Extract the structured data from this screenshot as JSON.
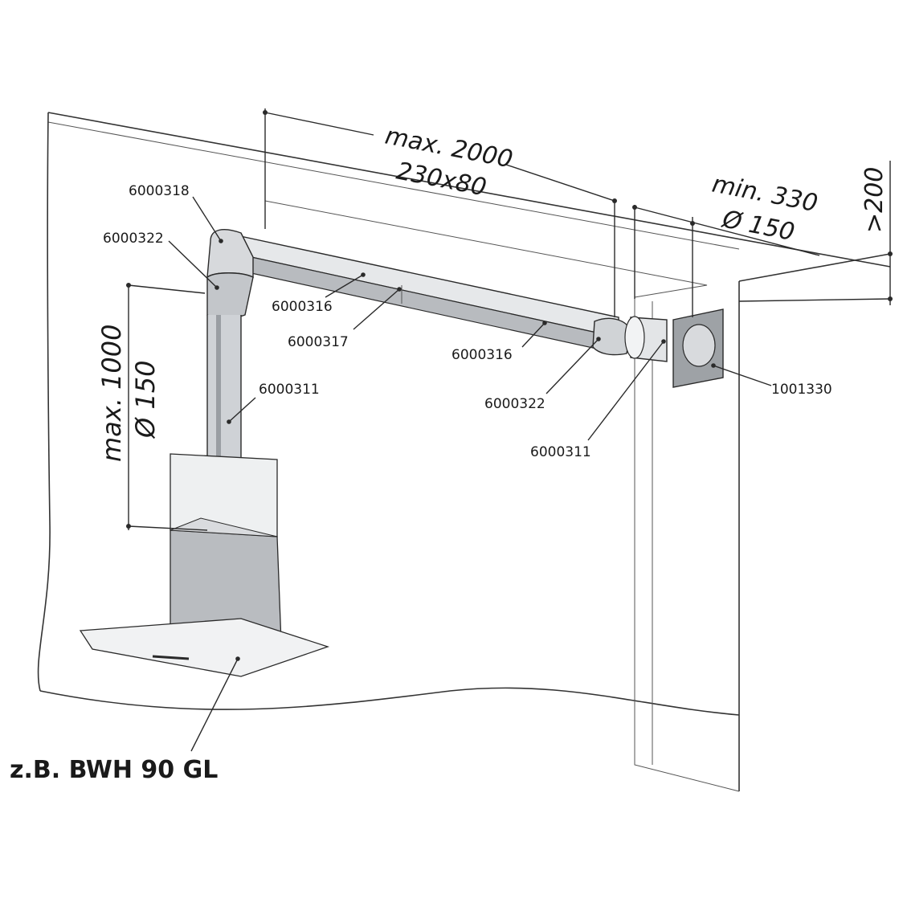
{
  "colors": {
    "line": "#2a2a2a",
    "duct_light": "#e8eaec",
    "duct_mid": "#c9ccd0",
    "duct_dark": "#8e9297",
    "hood_glass": "#eef0f1",
    "hood_body": "#b9bcc0"
  },
  "dimensions": {
    "horizontal_length": "max. 2000",
    "horizontal_section": "230x80",
    "wall_offset": "min. 330",
    "wall_diameter": "Ø 150",
    "ceiling_gap": ">200",
    "vertical_length": "max. 1000",
    "vertical_diameter": "Ø 150"
  },
  "parts": {
    "p6000318": "6000318",
    "p6000322_top": "6000322",
    "p6000316_left": "6000316",
    "p6000317": "6000317",
    "p6000316_right": "6000316",
    "p6000322_right": "6000322",
    "p6000311_right": "6000311",
    "p1001330": "1001330",
    "p6000311_vertical": "6000311"
  },
  "example_model": "z.B. BWH 90 GL"
}
